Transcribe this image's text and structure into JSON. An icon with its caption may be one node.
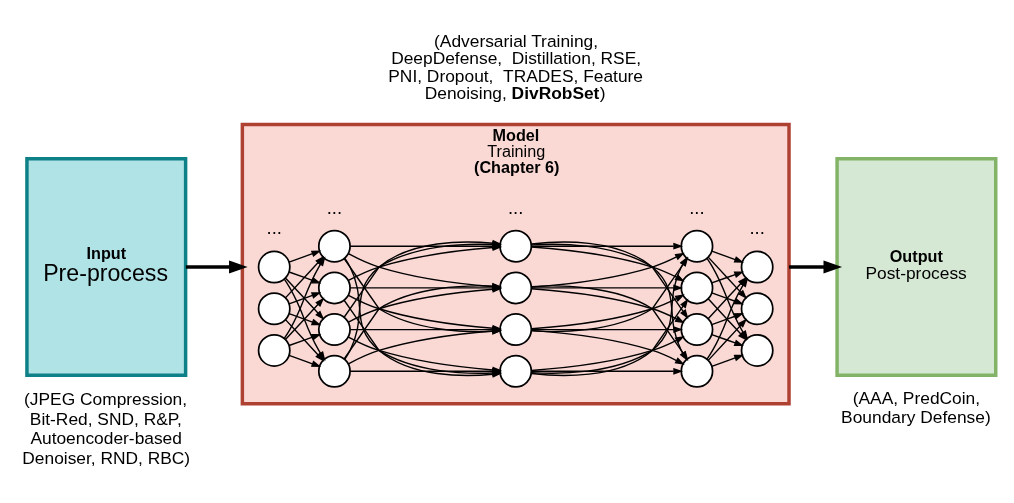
{
  "diagram": {
    "nodes": [
      {
        "text": [
          "Input",
          "Pre-process"
        ],
        "beside": [
          "(JPEG Compression, Bit-Red, SND, R&P, Autoencoder-based Denoiser, RND, RBC)"
        ]
      },
      {
        "text": [
          "Model",
          "Training",
          "(Chapter 6)"
        ],
        "beside": [
          "(Adversarial Training, DeepDefense,  Distillation, RSE, PNI, Dropout,  TRADES, Feature Denoising, **DivRobSet**)"
        ]
      },
      {
        "text": [],
        "shape": "circle",
        "in": 1
      },
      {
        "text": [],
        "shape": "circle",
        "in": 1
      },
      {
        "text": [],
        "shape": "circle",
        "in": 1
      },
      {
        "text": [],
        "shape": "circle",
        "in": 1
      },
      {
        "text": [],
        "shape": "circle",
        "in": 1
      },
      {
        "text": [],
        "shape": "circle",
        "in": 1
      },
      {
        "text": [],
        "shape": "circle",
        "in": 1
      },
      {
        "text": [],
        "shape": "circle",
        "in": 1
      },
      {
        "text": [],
        "shape": "circle",
        "in": 1
      },
      {
        "text": [],
        "shape": "circle",
        "in": 1
      },
      {
        "text": [],
        "shape": "circle",
        "in": 1
      },
      {
        "text": [],
        "shape": "circle",
        "in": 1
      },
      {
        "text": [],
        "shape": "circle",
        "in": 1
      },
      {
        "text": [],
        "shape": "circle",
        "in": 1
      },
      {
        "text": [],
        "shape": "circle",
        "in": 1
      },
      {
        "text": [],
        "shape": "circle",
        "in": 1
      },
      {
        "text": [],
        "shape": "circle",
        "in": 1
      },
      {
        "text": [],
        "shape": "circle",
        "in": 1
      },
      {
        "text": [
          "Output",
          "Post-process"
        ],
        "beside": [
          "(AAA, PredCoin, Boundary Defense)"
        ]
      }
    ],
    "edges": [
      {
        "from": 0,
        "to": 1,
        "arrow": "to",
        "style": "thick"
      },
      {
        "from": 2,
        "to": 5,
        "arrow": "to"
      },
      {
        "from": 2,
        "to": 6,
        "arrow": "to"
      },
      {
        "from": 2,
        "to": 7,
        "arrow": "to"
      },
      {
        "from": 2,
        "to": 8,
        "arrow": "to"
      },
      {
        "from": 3,
        "to": 5,
        "arrow": "to"
      },
      {
        "from": 3,
        "to": 6,
        "arrow": "to"
      },
      {
        "from": 3,
        "to": 7,
        "arrow": "to"
      },
      {
        "from": 3,
        "to": 8,
        "arrow": "to"
      },
      {
        "from": 4,
        "to": 5,
        "arrow": "to"
      },
      {
        "from": 4,
        "to": 6,
        "arrow": "to"
      },
      {
        "from": 4,
        "to": 7,
        "arrow": "to"
      },
      {
        "from": 4,
        "to": 8,
        "arrow": "to"
      },
      {
        "from": 5,
        "to": 9,
        "arrow": "to"
      },
      {
        "from": 5,
        "to": 10,
        "arrow": "to"
      },
      {
        "from": 5,
        "to": 11,
        "arrow": "to"
      },
      {
        "from": 5,
        "to": 12,
        "arrow": "to"
      },
      {
        "from": 6,
        "to": 9,
        "arrow": "to"
      },
      {
        "from": 6,
        "to": 10,
        "arrow": "to"
      },
      {
        "from": 6,
        "to": 11,
        "arrow": "to"
      },
      {
        "from": 6,
        "to": 12,
        "arrow": "to"
      },
      {
        "from": 7,
        "to": 9,
        "arrow": "to"
      },
      {
        "from": 7,
        "to": 10,
        "arrow": "to"
      },
      {
        "from": 7,
        "to": 11,
        "arrow": "to"
      },
      {
        "from": 7,
        "to": 12,
        "arrow": "to"
      },
      {
        "from": 8,
        "to": 9,
        "arrow": "to"
      },
      {
        "from": 8,
        "to": 10,
        "arrow": "to"
      },
      {
        "from": 8,
        "to": 11,
        "arrow": "to"
      },
      {
        "from": 8,
        "to": 12,
        "arrow": "to"
      },
      {
        "from": 9,
        "to": 13,
        "arrow": "to"
      },
      {
        "from": 9,
        "to": 14,
        "arrow": "to"
      },
      {
        "from": 9,
        "to": 15,
        "arrow": "to"
      },
      {
        "from": 9,
        "to": 16,
        "arrow": "to"
      },
      {
        "from": 10,
        "to": 13,
        "arrow": "to"
      },
      {
        "from": 10,
        "to": 14,
        "arrow": "to"
      },
      {
        "from": 10,
        "to": 15,
        "arrow": "to"
      },
      {
        "from": 10,
        "to": 16,
        "arrow": "to"
      },
      {
        "from": 11,
        "to": 13,
        "arrow": "to"
      },
      {
        "from": 11,
        "to": 14,
        "arrow": "to"
      },
      {
        "from": 11,
        "to": 15,
        "arrow": "to"
      },
      {
        "from": 11,
        "to": 16,
        "arrow": "to"
      },
      {
        "from": 12,
        "to": 13,
        "arrow": "to"
      },
      {
        "from": 12,
        "to": 14,
        "arrow": "to"
      },
      {
        "from": 12,
        "to": 15,
        "arrow": "to"
      },
      {
        "from": 12,
        "to": 16,
        "arrow": "to"
      },
      {
        "from": 13,
        "to": 17,
        "arrow": "to"
      },
      {
        "from": 13,
        "to": 18,
        "arrow": "to"
      },
      {
        "from": 13,
        "to": 19,
        "arrow": "to"
      },
      {
        "from": 14,
        "to": 17,
        "arrow": "to"
      },
      {
        "from": 14,
        "to": 18,
        "arrow": "to"
      },
      {
        "from": 14,
        "to": 19,
        "arrow": "to"
      },
      {
        "from": 15,
        "to": 17,
        "arrow": "to"
      },
      {
        "from": 15,
        "to": 18,
        "arrow": "to"
      },
      {
        "from": 15,
        "to": 19,
        "arrow": "to"
      },
      {
        "from": 16,
        "to": 17,
        "arrow": "to"
      },
      {
        "from": 16,
        "to": 18,
        "arrow": "to"
      },
      {
        "from": 16,
        "to": 19,
        "arrow": "to"
      },
      {
        "from": 1,
        "to": 20,
        "arrow": "to",
        "style": "thick"
      }
    ],
    "labels": [
      "...",
      "...",
      "...",
      "...",
      "..."
    ]
  }
}
